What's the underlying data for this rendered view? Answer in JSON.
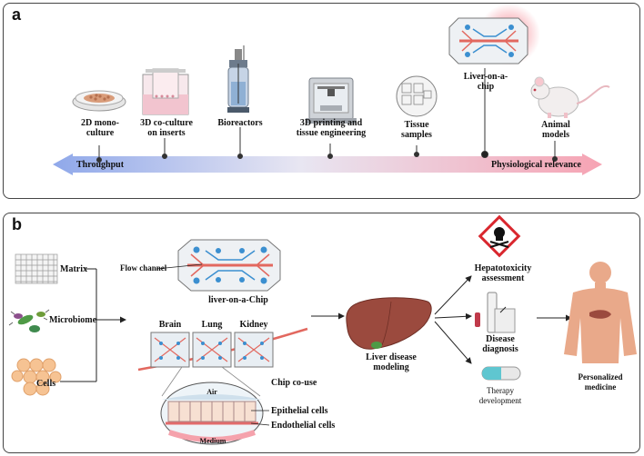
{
  "panel_a": {
    "label": "a",
    "stages": [
      {
        "id": "2d",
        "text": "2D mono-\nculture"
      },
      {
        "id": "3d",
        "text": "3D co-culture\non inserts"
      },
      {
        "id": "bio",
        "text": "Bioreactors"
      },
      {
        "id": "print",
        "text": "3D printing and\ntissue engineering"
      },
      {
        "id": "tissue",
        "text": "Tissue\nsamples"
      },
      {
        "id": "liver",
        "text": "Liver-on-a-\nchip"
      },
      {
        "id": "animal",
        "text": "Animal\nmodels"
      }
    ],
    "arrow_left": "Throughput",
    "arrow_right": "Physiological relevance"
  },
  "panel_b": {
    "label": "b",
    "inputs": {
      "matrix": "Matrix",
      "microbiome": "Microbiome",
      "cells": "Cells"
    },
    "flow_channel": "Flow channel",
    "chip_label": "liver-on-a-Chip",
    "organs": {
      "brain": "Brain",
      "lung": "Lung",
      "kidney": "Kidney"
    },
    "chip_couse": "Chip co-use",
    "air": "Air",
    "medium": "Medium",
    "epithelial": "Epithelial cells",
    "endothelial": "Endothelial cells",
    "liver_modeling": "Liver  disease\nmodeling",
    "hepatotoxicity": "Hepatotoxicity\nassessment",
    "diagnosis": "Disease\ndiagnosis",
    "therapy": "Therapy\ndevelopment",
    "personalized": "Personalized\nmedicine"
  },
  "colors": {
    "throughput_blue": "#9db3ee",
    "relevance_pink": "#f7a9b6",
    "liver": "#9b4a3e",
    "chip_red": "#e2685f",
    "chip_blue": "#3b8fd0"
  }
}
